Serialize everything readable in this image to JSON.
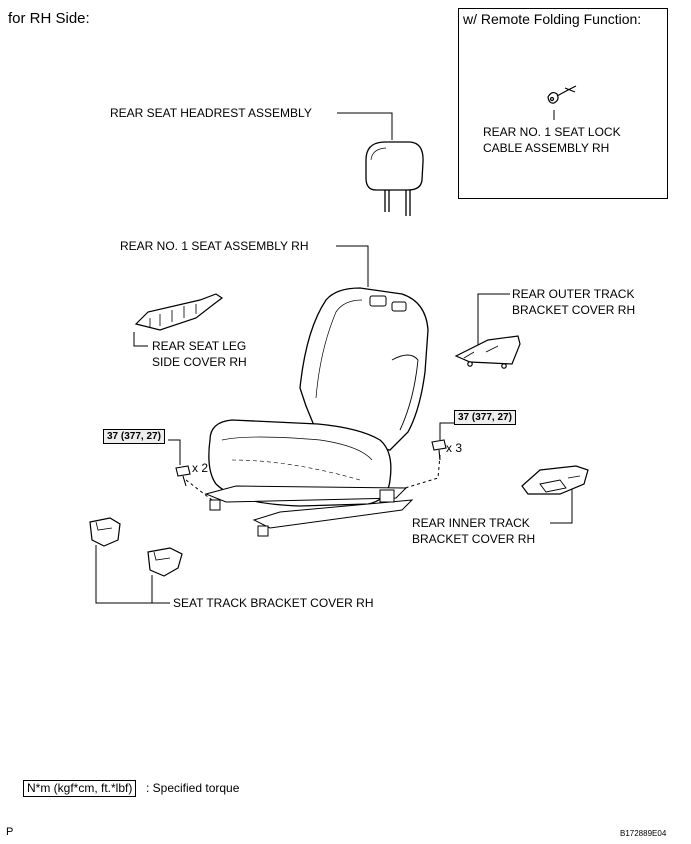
{
  "header": {
    "side_label": "for RH Side:"
  },
  "inset": {
    "title": "w/ Remote Folding Function:",
    "part_label": "REAR NO. 1 SEAT LOCK\nCABLE ASSEMBLY RH"
  },
  "parts": {
    "headrest": "REAR SEAT HEADREST ASSEMBLY",
    "seat_assembly": "REAR NO. 1 SEAT ASSEMBLY RH",
    "outer_track_cover": "REAR OUTER TRACK\nBRACKET COVER RH",
    "leg_side_cover": "REAR SEAT LEG\nSIDE COVER RH",
    "inner_track_cover": "REAR INNER TRACK\nBRACKET COVER RH",
    "track_bracket_cover": "SEAT TRACK BRACKET COVER RH"
  },
  "fasteners": {
    "left_torque": "37 (377, 27)",
    "left_qty": "x 2",
    "right_torque": "37 (377, 27)",
    "right_qty": "x 3"
  },
  "legend": {
    "units_box": "N*m (kgf*cm, ft.*lbf)",
    "description": ": Specified torque"
  },
  "footer": {
    "page_code": "P",
    "figure_id": "B172889E04"
  }
}
